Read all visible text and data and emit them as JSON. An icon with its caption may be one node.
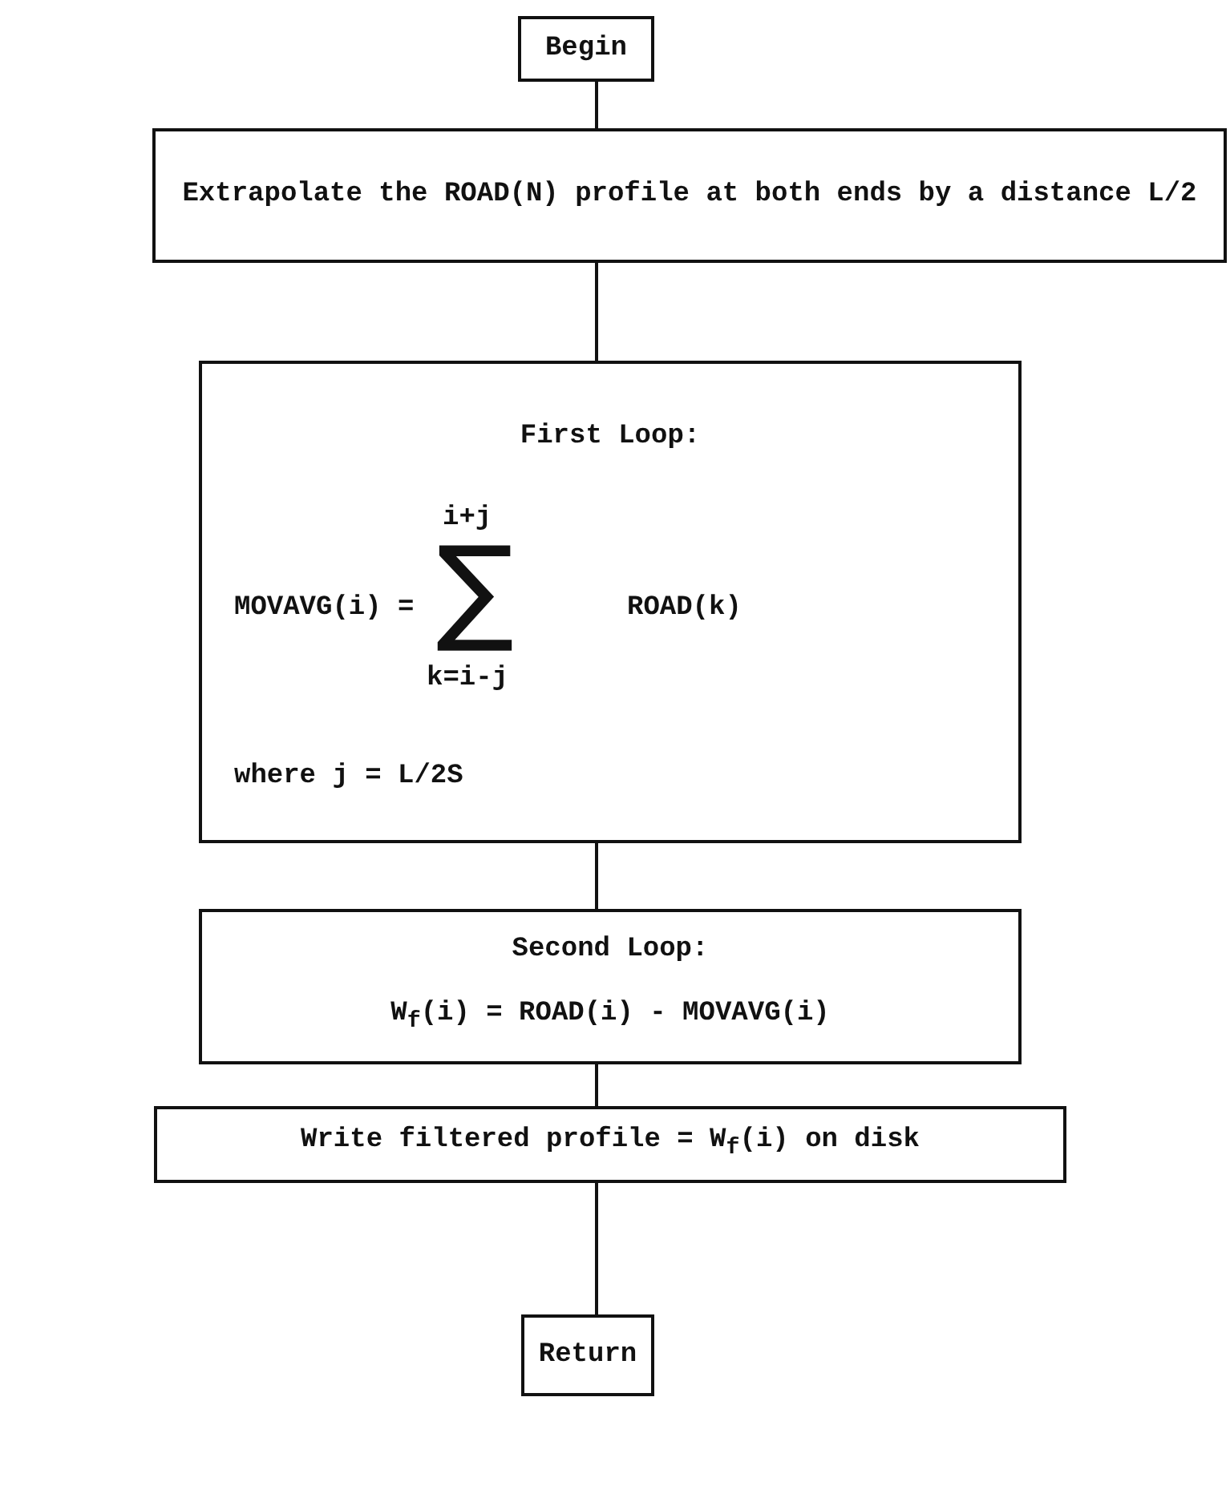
{
  "diagram": {
    "nodes": [
      {
        "text": [
          "Begin"
        ]
      },
      {
        "text": [
          "Extrapolate the ROAD(N) profile at both ends by a distance L/2"
        ]
      },
      {
        "text": [
          "First Loop:",
          "MOVAVG(i) =",
          "i+j",
          "∑",
          "k=i-j",
          "ROAD(k)",
          "where j = L/2S"
        ]
      },
      {
        "text": [
          "Second Loop:",
          "W$_{f}$(i) = ROAD(i) - MOVAVG(i)"
        ]
      },
      {
        "text": [
          "Write filtered profile = W$_{f}$(i) on disk"
        ]
      },
      {
        "text": [
          "Return"
        ]
      }
    ],
    "edges": [
      {
        "from": 0,
        "to": 1,
        "arrow": "none"
      },
      {
        "from": 1,
        "to": 2,
        "arrow": "none"
      },
      {
        "from": 2,
        "to": 3,
        "arrow": "none"
      },
      {
        "from": 3,
        "to": 4,
        "arrow": "none"
      },
      {
        "from": 4,
        "to": 5,
        "arrow": "none"
      }
    ]
  }
}
